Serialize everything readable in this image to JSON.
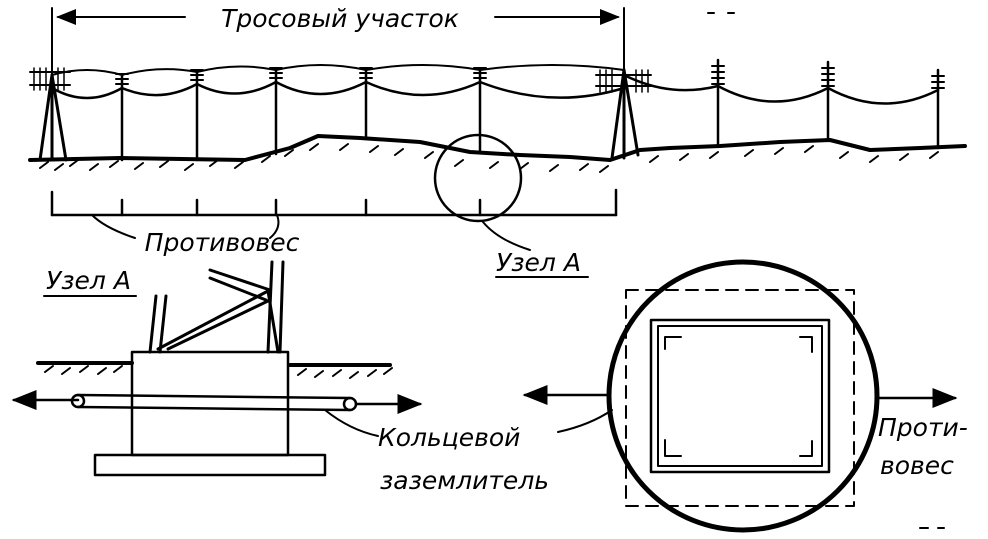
{
  "labels": {
    "cable_section": "Тросовый участок",
    "counterpoise": "Противовес",
    "node_a_top": "Узел А",
    "node_a_detail": "Узел А",
    "ring_ground": "Кольцевой",
    "ring_ground_2": "заземлитель",
    "counterpoise_right_1": "Проти-",
    "counterpoise_right_2": "вовес"
  }
}
